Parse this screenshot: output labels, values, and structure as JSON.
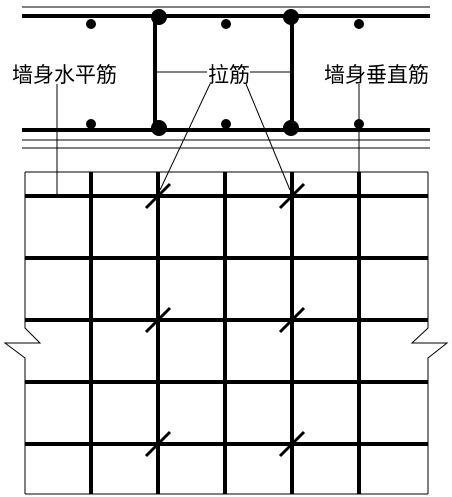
{
  "labels": {
    "horizontal_bar": "墙身水平筋",
    "tie_bar": "拉筋",
    "vertical_bar": "墙身垂直筋"
  },
  "colors": {
    "line": "#000000",
    "background": "#ffffff"
  }
}
